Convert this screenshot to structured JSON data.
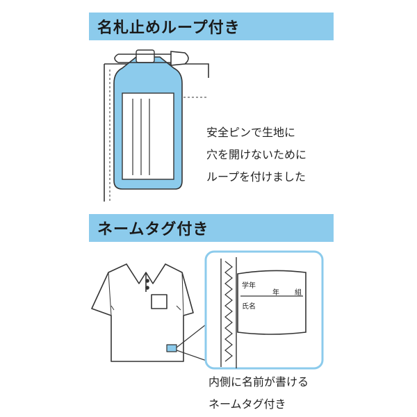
{
  "sections": [
    {
      "title": "名札止めループ付き",
      "caption_lines": [
        "安全ピンで生地に",
        "穴を開けないために",
        "ループを付けました"
      ]
    },
    {
      "title": "ネームタグ付き",
      "caption_lines": [
        "内側に名前が書ける",
        "ネームタグ付き"
      ]
    }
  ],
  "name_tag": {
    "grade_label": "学年",
    "year_label": "年",
    "class_label": "組",
    "name_label": "氏名"
  },
  "colors": {
    "banner": "#8ccbec",
    "holder": "#8ccbec",
    "line": "#333333"
  },
  "icons": [
    "safety-pin-icon",
    "badge-holder-icon",
    "polo-shirt-icon",
    "name-tag-icon"
  ]
}
